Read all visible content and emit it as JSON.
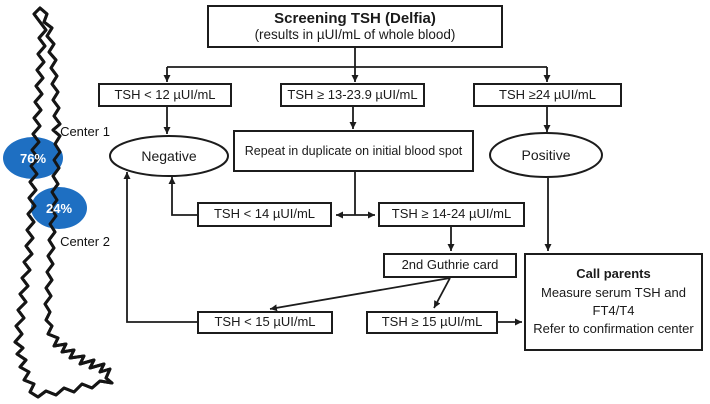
{
  "colors": {
    "line": "#1c1c1c",
    "bubble_blue": "#1e6fc2"
  },
  "map": {
    "center1": {
      "label": "Center 1",
      "value": "76%"
    },
    "center2": {
      "label": "Center 2",
      "value": "24%"
    }
  },
  "flow": {
    "screening": {
      "title": "Screening TSH (Delfia)",
      "subtitle": "(results in µUI/mL of whole blood)"
    },
    "branch_low": "TSH < 12 µUI/mL",
    "branch_mid": "TSH ≥ 13-23.9 µUI/mL",
    "branch_high": "TSH ≥24 µUI/mL",
    "negative": "Negative",
    "repeat": "Repeat in duplicate on initial blood spot",
    "positive": "Positive",
    "recheck_low": "TSH < 14 µUI/mL",
    "recheck_high": "TSH ≥ 14-24 µUI/mL",
    "guthrie": "2nd Guthrie card",
    "second_low": "TSH < 15 µUI/mL",
    "second_high": "TSH ≥ 15 µUI/mL",
    "call_parents": {
      "title": "Call parents",
      "line1": "Measure serum TSH and FT4/T4",
      "line2": "Refer to confirmation center"
    }
  }
}
